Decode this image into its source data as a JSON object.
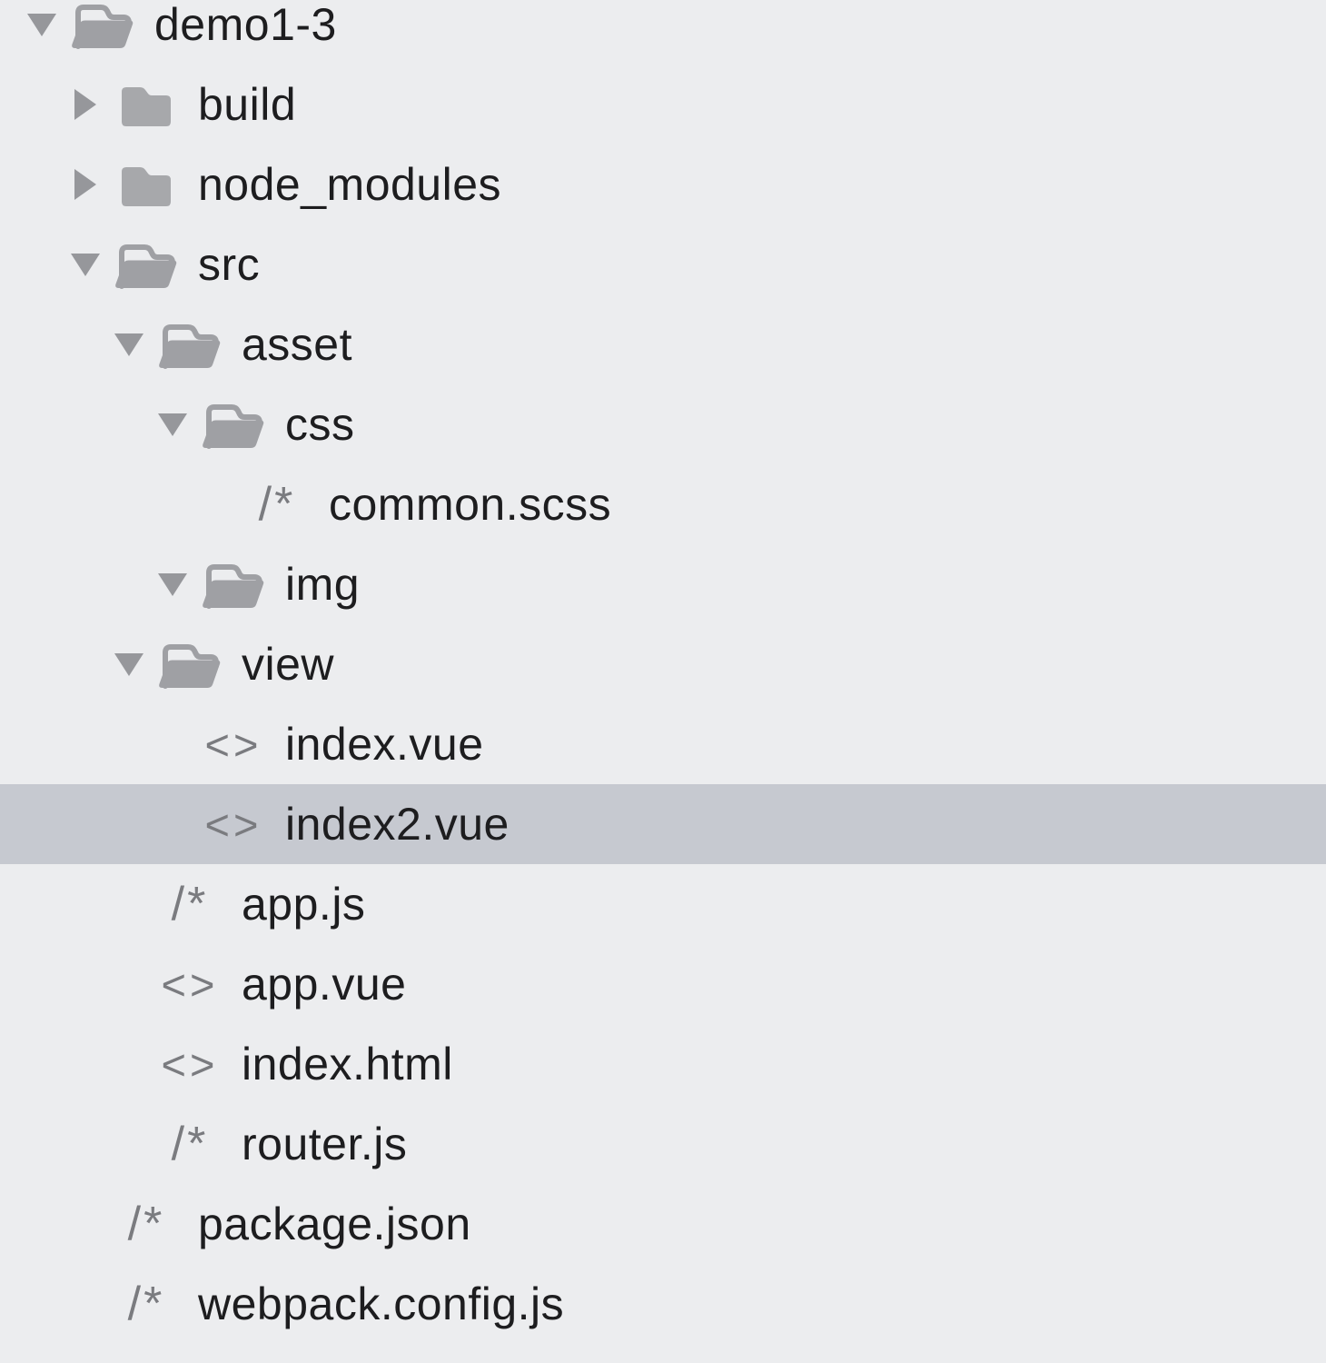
{
  "tree": {
    "icon_glyphs": {
      "code_comment": "/*",
      "markup": "<>"
    },
    "colors": {
      "background": "#ECEDEF",
      "selected_row": "#C6C9D0",
      "folder_gray": "#A7A8AB",
      "open_folder_gray": "#9FA0A4",
      "triangle_gray": "#96979B",
      "file_icon_gray": "#7A7B7F",
      "label_text": "#1D1D1F"
    },
    "items": [
      {
        "label": "demo1-3",
        "type": "folder",
        "state": "expanded",
        "level": 0,
        "selected": false
      },
      {
        "label": "build",
        "type": "folder",
        "state": "collapsed",
        "level": 1,
        "selected": false
      },
      {
        "label": "node_modules",
        "type": "folder",
        "state": "collapsed",
        "level": 1,
        "selected": false
      },
      {
        "label": "src",
        "type": "folder",
        "state": "expanded",
        "level": 1,
        "selected": false
      },
      {
        "label": "asset",
        "type": "folder",
        "state": "expanded",
        "level": 2,
        "selected": false
      },
      {
        "label": "css",
        "type": "folder",
        "state": "expanded",
        "level": 3,
        "selected": false
      },
      {
        "label": "common.scss",
        "type": "file",
        "icon": "code_comment",
        "level": 4,
        "selected": false
      },
      {
        "label": "img",
        "type": "folder",
        "state": "expanded",
        "level": 3,
        "selected": false
      },
      {
        "label": "view",
        "type": "folder",
        "state": "expanded",
        "level": 2,
        "selected": false
      },
      {
        "label": "index.vue",
        "type": "file",
        "icon": "markup",
        "level": 3,
        "selected": false
      },
      {
        "label": "index2.vue",
        "type": "file",
        "icon": "markup",
        "level": 3,
        "selected": true
      },
      {
        "label": "app.js",
        "type": "file",
        "icon": "code_comment",
        "level": 2,
        "selected": false
      },
      {
        "label": "app.vue",
        "type": "file",
        "icon": "markup",
        "level": 2,
        "selected": false
      },
      {
        "label": "index.html",
        "type": "file",
        "icon": "markup",
        "level": 2,
        "selected": false
      },
      {
        "label": "router.js",
        "type": "file",
        "icon": "code_comment",
        "level": 2,
        "selected": false
      },
      {
        "label": "package.json",
        "type": "file",
        "icon": "code_comment",
        "level": 1,
        "selected": false
      },
      {
        "label": "webpack.config.js",
        "type": "file",
        "icon": "code_comment",
        "level": 1,
        "selected": false
      }
    ]
  }
}
